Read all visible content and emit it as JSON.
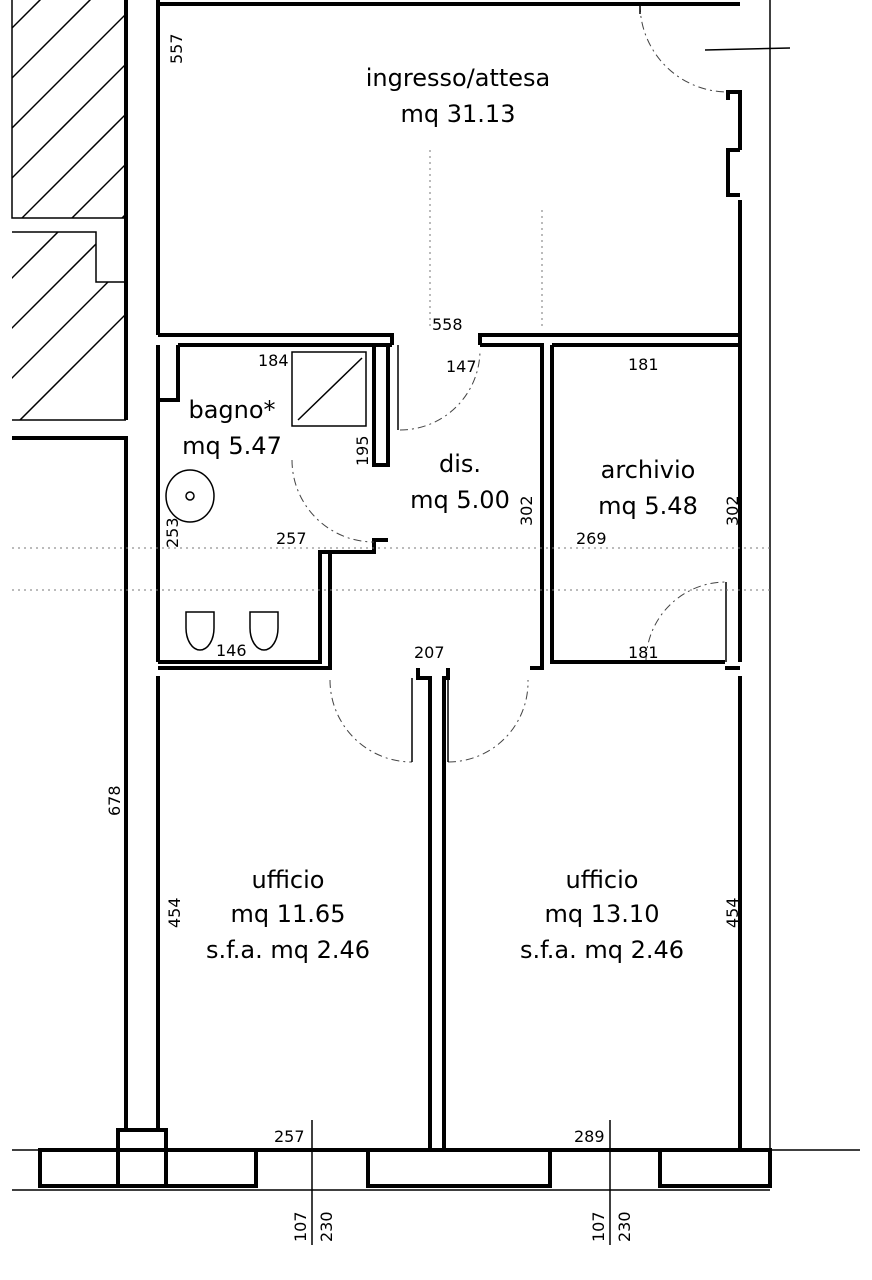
{
  "rooms": {
    "ingresso": {
      "name": "ingresso/attesa",
      "area": "mq 31.13"
    },
    "bagno": {
      "name": "bagno*",
      "area": "mq 5.47"
    },
    "dis": {
      "name": "dis.",
      "area": "mq 5.00"
    },
    "archivio": {
      "name": "archivio",
      "area": "mq 5.48"
    },
    "ufficio_left": {
      "name": "ufficio",
      "area": "mq 11.65",
      "sfa": "s.f.a. mq 2.46"
    },
    "ufficio_right": {
      "name": "ufficio",
      "area": "mq 13.10",
      "sfa": "s.f.a. mq 2.46"
    }
  },
  "dimensions": {
    "d557": "557",
    "d558": "558",
    "d147": "147",
    "d184": "184",
    "d181_top": "181",
    "d195": "195",
    "d302_dis": "302",
    "d302_archivio": "302",
    "d253": "253",
    "d257_bagno": "257",
    "d269": "269",
    "d146": "146",
    "d207": "207",
    "d181_bottom": "181",
    "d678": "678",
    "d454_left": "454",
    "d454_right": "454",
    "d257_bottom": "257",
    "d289": "289",
    "d107_left": "107",
    "d230_left": "230",
    "d107_right": "107",
    "d230_right": "230"
  }
}
